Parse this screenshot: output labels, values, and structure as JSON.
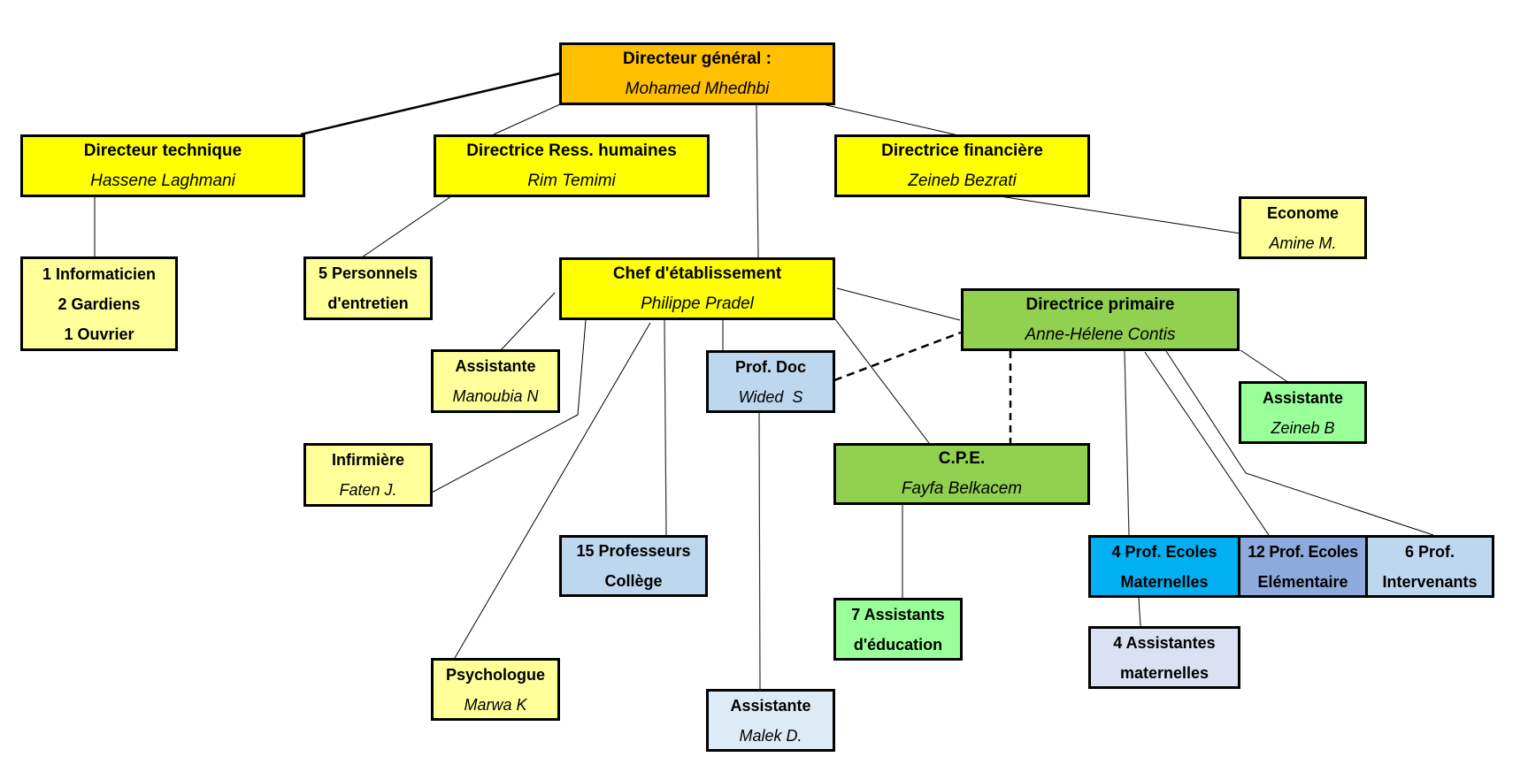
{
  "colors": {
    "director_general": "#FFC000",
    "director": "#FFFF00",
    "staff": "#FFFF99",
    "primary": "#92D050",
    "primary_light": "#99FF99",
    "blue_light": "#BDD7EE",
    "blue_pale": "#DDEBF7",
    "blue_bright": "#00B0F0",
    "blue_mid": "#8EA9DB",
    "blue_soft": "#D9E1F2",
    "line": "#000000"
  },
  "nodes": {
    "dg": {
      "title": "Directeur général :",
      "name": "Mohamed Mhedhbi"
    },
    "dir_tech": {
      "title": "Directeur technique",
      "name": "Hassene Laghmani"
    },
    "drh": {
      "title": "Directrice Ress. humaines",
      "name": "Rim Temimi"
    },
    "daf": {
      "title": "Directrice financière",
      "name": "Zeineb Bezrati"
    },
    "econome": {
      "title": "Econome",
      "name": "Amine M."
    },
    "tech_staff": {
      "lines": [
        "1 Informaticien",
        "2 Gardiens",
        "1 Ouvrier"
      ]
    },
    "entretien": {
      "lines": [
        "5 Personnels",
        "d'entretien"
      ]
    },
    "chef": {
      "title": "Chef d'établissement",
      "name": "Philippe Pradel"
    },
    "dir_primaire": {
      "title": "Directrice primaire",
      "name": "Anne-Hélene Contis"
    },
    "assist_chef": {
      "title": "Assistante",
      "name": "Manoubia N"
    },
    "prof_doc": {
      "title": "Prof. Doc",
      "name": "Wided  S"
    },
    "assist_prim": {
      "title": "Assistante",
      "name": "Zeineb B"
    },
    "infirmiere": {
      "title": "Infirmière",
      "name": "Faten J."
    },
    "cpe": {
      "title": "C.P.E.",
      "name": "Fayfa Belkacem"
    },
    "profs_college": {
      "lines": [
        "15 Professeurs",
        "Collège"
      ]
    },
    "prof_mat": {
      "lines": [
        "4 Prof. Ecoles",
        "Maternelles"
      ]
    },
    "prof_elem": {
      "lines": [
        "12 Prof. Ecoles",
        "Elémentaire"
      ]
    },
    "prof_interv": {
      "lines": [
        "6 Prof.",
        "Intervenants"
      ]
    },
    "assist_educ": {
      "lines": [
        "7 Assistants",
        "d'éducation"
      ]
    },
    "assist_mat": {
      "lines": [
        "4 Assistantes",
        "maternelles"
      ]
    },
    "psychologue": {
      "title": "Psychologue",
      "name": "Marwa K"
    },
    "assist_doc": {
      "title": "Assistante",
      "name": "Malek D."
    }
  },
  "links": [
    {
      "from": "dg",
      "to": "dir_tech",
      "style": "solid-thick"
    },
    {
      "from": "dg",
      "to": "drh",
      "style": "solid"
    },
    {
      "from": "dg",
      "to": "daf",
      "style": "solid"
    },
    {
      "from": "dg",
      "to": "chef",
      "style": "solid"
    },
    {
      "from": "dir_tech",
      "to": "tech_staff",
      "style": "solid"
    },
    {
      "from": "drh",
      "to": "entretien",
      "style": "solid"
    },
    {
      "from": "daf",
      "to": "econome",
      "style": "solid"
    },
    {
      "from": "chef",
      "to": "assist_chef",
      "style": "solid"
    },
    {
      "from": "chef",
      "to": "infirmiere",
      "style": "solid"
    },
    {
      "from": "chef",
      "to": "psychologue",
      "style": "solid"
    },
    {
      "from": "chef",
      "to": "profs_college",
      "style": "solid"
    },
    {
      "from": "chef",
      "to": "prof_doc",
      "style": "solid"
    },
    {
      "from": "chef",
      "to": "cpe",
      "style": "solid"
    },
    {
      "from": "chef",
      "to": "dir_primaire",
      "style": "solid"
    },
    {
      "from": "prof_doc",
      "to": "assist_doc",
      "style": "solid"
    },
    {
      "from": "prof_doc",
      "to": "dir_primaire",
      "style": "dashed"
    },
    {
      "from": "dir_primaire",
      "to": "cpe",
      "style": "dashed"
    },
    {
      "from": "cpe",
      "to": "assist_educ",
      "style": "solid"
    },
    {
      "from": "dir_primaire",
      "to": "assist_prim",
      "style": "solid"
    },
    {
      "from": "dir_primaire",
      "to": "prof_mat",
      "style": "solid"
    },
    {
      "from": "dir_primaire",
      "to": "prof_elem",
      "style": "solid"
    },
    {
      "from": "dir_primaire",
      "to": "prof_interv",
      "style": "solid"
    },
    {
      "from": "prof_mat",
      "to": "assist_mat",
      "style": "solid"
    }
  ]
}
